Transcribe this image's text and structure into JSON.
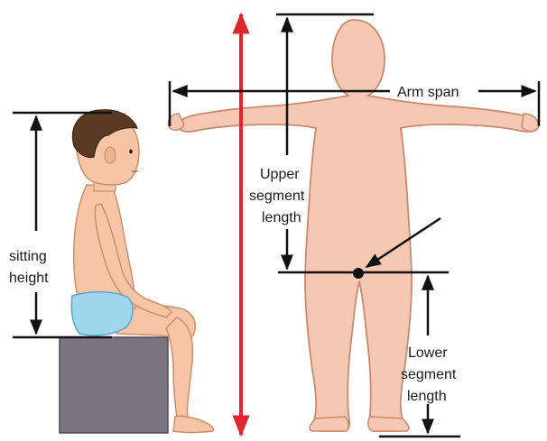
{
  "diagram": {
    "labels": {
      "sitting_height": [
        "sitting",
        "height"
      ],
      "arm_span": "Arm span",
      "upper_segment": [
        "Upper",
        "segment",
        "length"
      ],
      "lower_segment": [
        "Lower",
        "segment",
        "length"
      ]
    },
    "colors": {
      "skin": "#f7c5a5",
      "skin_outline": "#c98f6d",
      "standing_skin": "#f6c8b4",
      "hair": "#5a3a22",
      "diaper": "#9fd6ee",
      "seat": "#7a7480",
      "line": "#111111",
      "total_height_arrow": "#e0262b"
    },
    "icons": [
      "up-down-arrow-icon",
      "left-right-arrow-icon",
      "pointer-arrow-icon"
    ]
  }
}
